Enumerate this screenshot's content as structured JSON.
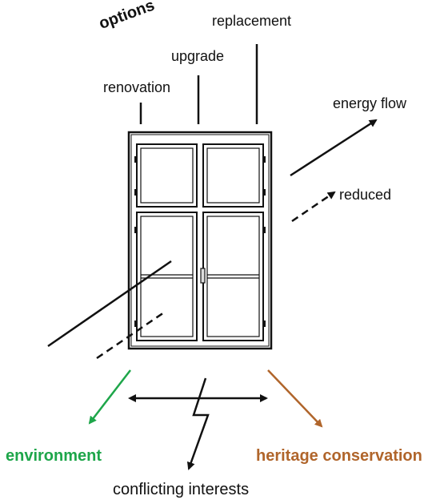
{
  "labels": {
    "options": "options",
    "replacement": "replacement",
    "upgrade": "upgrade",
    "renovation": "renovation",
    "energy_flow": "energy flow",
    "reduced": "reduced",
    "environment": "environment",
    "heritage_conservation": "heritage conservation",
    "conflicting_interests": "conflicting interests"
  },
  "colors": {
    "environment": "#1ea64a",
    "heritage": "#b0652b",
    "ink": "#111111"
  }
}
